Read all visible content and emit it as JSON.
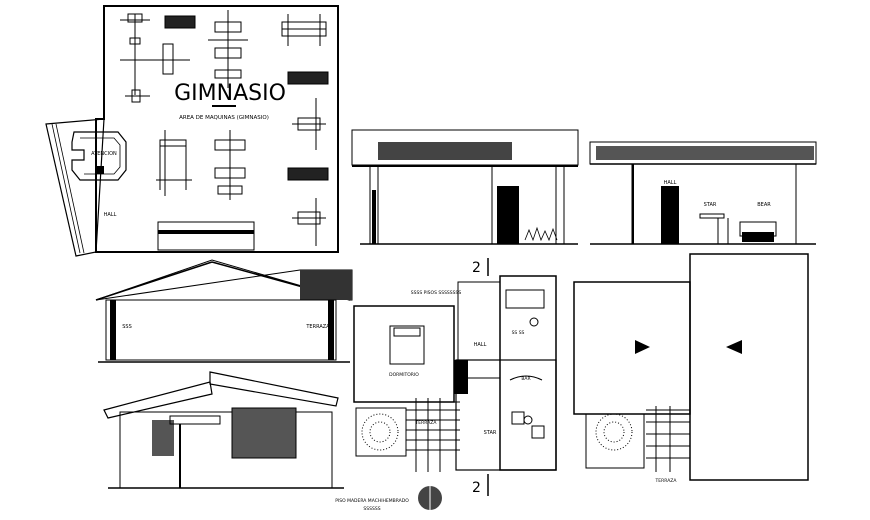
{
  "gym": {
    "title": "GIMNASIO",
    "subtitle": "AREA DE MAQUINAS (GIMNASIO)",
    "reception": "ATENCION",
    "hall": "HALL"
  },
  "section_b": {
    "hall": "HALL",
    "star": "STAR",
    "bear": "BEAR"
  },
  "elev_1": {
    "left": "SSS",
    "right": "TERRAZA"
  },
  "plan": {
    "header_note": "SSSS PISOS SSSSSSSS",
    "bath": "SS SS",
    "hall": "HALL",
    "bedroom": "DORMITORIO",
    "bar": "BAR",
    "star": "STAR",
    "terrace": "TERRAZA",
    "footer_note": "PISO MADERA MACHIHEMBRADO",
    "footer_note2": "SSSSSS"
  },
  "roof": {
    "terrace": "TERRAZA"
  },
  "section_marks": {
    "top": "2",
    "bottom": "2"
  }
}
